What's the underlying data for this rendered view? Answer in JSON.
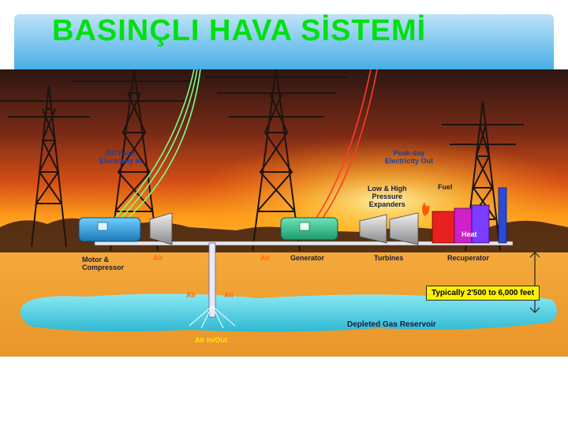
{
  "title": "BASINÇLI HAVA SİSTEMİ",
  "labels": {
    "off_peak_1": "Off Peak",
    "off_peak_2": "Electricity In",
    "peak_day_1": "Peak-day",
    "peak_day_2": "Electricity Out",
    "expanders_1": "Low & High",
    "expanders_2": "Pressure",
    "expanders_3": "Expanders",
    "fuel": "Fuel",
    "heat": "Heat",
    "motor_1": "Motor &",
    "motor_2": "Compressor",
    "air_1": "Air",
    "air_2": "Air",
    "generator": "Generator",
    "turbines": "Turbines",
    "recuperator": "Recuperator",
    "air_3": "Air",
    "air_4": "Air",
    "depth": "Typically 2'500 to 6,000 feet",
    "reservoir": "Depleted Gas Reservoir",
    "air_inout": "Air In/Out"
  },
  "colors": {
    "sky_top": "#3b1d14",
    "sky_mid": "#d8551a",
    "sky_glow": "#ffb21e",
    "ground": "#f0a030",
    "reservoir": "#5fd6e6",
    "green_line": "#7dff8a",
    "red_line": "#ff3b2a",
    "machine": "#2a9fd6"
  }
}
